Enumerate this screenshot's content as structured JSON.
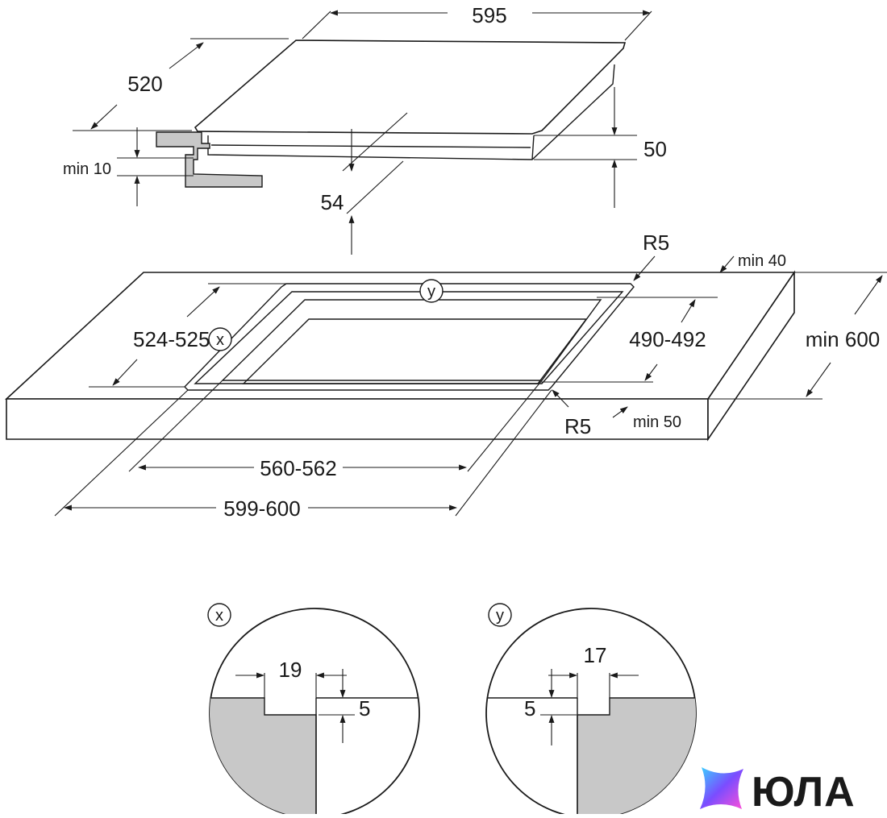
{
  "hob": {
    "width": "595",
    "depth": "520",
    "height": "50",
    "underside_clearance": "54",
    "gap_min": "min 10"
  },
  "worktop": {
    "corner_radius_top": "R5",
    "corner_radius_bottom": "R5",
    "back_min": "min 40",
    "depth_min": "min 600",
    "thickness_min": "min 50",
    "cutout_depth": "490-492",
    "cutout_width_inner": "560-562",
    "cutout_width_outer": "599-600",
    "rebate_depth": "524-525",
    "marker_x": "x",
    "marker_y": "y"
  },
  "detail_x": {
    "marker": "x",
    "width": "19",
    "depth": "5"
  },
  "detail_y": {
    "marker": "y",
    "width": "17",
    "depth": "5"
  },
  "logo": {
    "text": "ЮЛА",
    "accent_colors": [
      "#3ad1ff",
      "#7a4dff",
      "#ff4fd8"
    ]
  }
}
